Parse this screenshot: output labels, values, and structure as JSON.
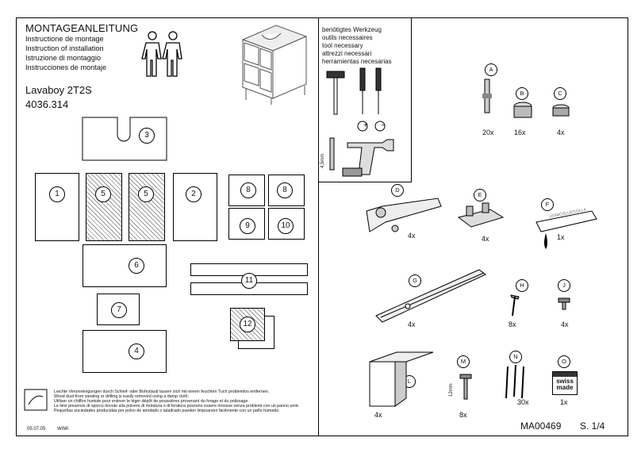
{
  "header": {
    "title": "MONTAGEANLEITUNG",
    "subtitles": [
      "Instructione de montage",
      "Instruction of installation",
      "Istruzione di montaggio",
      "Instrucciones de montaje"
    ],
    "product_name": "Lavaboy 2T2S",
    "article_number": "4036.314"
  },
  "tools": {
    "lines": [
      "benötigtes Werkzeug",
      "outils necessaires",
      "tool necessary",
      "attrezzi necessari",
      "herramientas necesarias"
    ],
    "drill_size": "4,5mm",
    "plus_symbol": "+",
    "minus_symbol": "−"
  },
  "panels": [
    "1",
    "2",
    "3",
    "4",
    "5",
    "5",
    "6",
    "7",
    "8",
    "8",
    "9",
    "10",
    "11",
    "12"
  ],
  "hardware": [
    {
      "letter": "A",
      "qty": "20x"
    },
    {
      "letter": "B",
      "qty": "16x"
    },
    {
      "letter": "C",
      "qty": "4x"
    },
    {
      "letter": "D",
      "qty": "4x"
    },
    {
      "letter": "E",
      "qty": "4x"
    },
    {
      "letter": "F",
      "qty": "1x"
    },
    {
      "letter": "G",
      "qty": "4x"
    },
    {
      "letter": "H",
      "qty": "8x"
    },
    {
      "letter": "J",
      "qty": "4x"
    },
    {
      "letter": "L",
      "qty": "4x"
    },
    {
      "letter": "M",
      "qty": "8x"
    },
    {
      "letter": "N",
      "qty": "30x"
    },
    {
      "letter": "O",
      "qty": "1x"
    }
  ],
  "glue_label": "LEIM/COLLE/COLLA",
  "screw_length": "12mm",
  "sticker": {
    "line1": "swiss",
    "line2": "made"
  },
  "note_lines": [
    "Leichte Verunreinigungen durch Schleif- oder Bohrstaub lassen sich mit einem feuchten Tuch problemlos  entfernen.",
    "Wood dust from sanding or drilling is easily removed using a damp cloth.",
    "Utiliser un chiffon humide pour enlever le léger dépôt de poussières provenant du forage et du polissage.",
    "Le lievi presenze di sporco dovute alla polvere di molatura o di foratura possono essere rimosse senza problemi con un panno umic",
    "Pequeñas suciedades producidas por polvo de amolado o taladrado pueden limpoarsen fácilmente con un paño húmedo."
  ],
  "footer": {
    "date": "05.07.05",
    "author": "WIMI",
    "doc_number": "MA00469",
    "page": "S. 1/4"
  }
}
